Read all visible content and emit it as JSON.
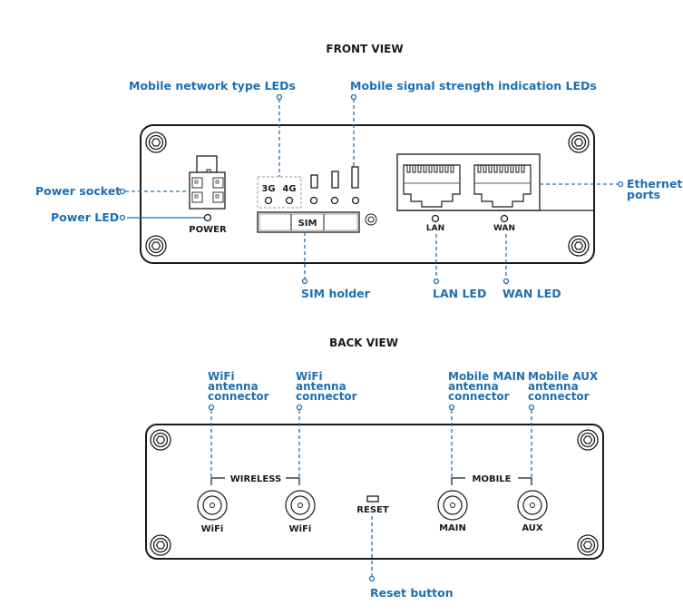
{
  "front_view": {
    "title": "FRONT VIEW",
    "callouts": {
      "network_type_leds": "Mobile network type LEDs",
      "signal_strength_leds": "Mobile signal strength indication LEDs",
      "power_socket": "Power socket",
      "power_led": "Power LED",
      "ethernet_ports_line1": "Ethernet",
      "ethernet_ports_line2": "ports",
      "sim_holder": "SIM holder",
      "lan_led": "LAN LED",
      "wan_led": "WAN LED"
    },
    "device_labels": {
      "power": "POWER",
      "led_3g": "3G",
      "led_4g": "4G",
      "sim": "SIM",
      "lan": "LAN",
      "wan": "WAN"
    }
  },
  "back_view": {
    "title": "BACK VIEW",
    "callouts": {
      "wifi1": [
        "WiFi",
        "antenna",
        "connector"
      ],
      "wifi2": [
        "WiFi",
        "antenna",
        "connector"
      ],
      "mobile_main": [
        "Mobile MAIN",
        "antenna",
        "connector"
      ],
      "mobile_aux": [
        "Mobile AUX",
        "antenna",
        "connector"
      ],
      "reset_button": "Reset button"
    },
    "device_labels": {
      "wireless": "WIRELESS",
      "mobile": "MOBILE",
      "wifi1": "WiFi",
      "wifi2": "WiFi",
      "reset": "RESET",
      "main": "MAIN",
      "aux": "AUX"
    }
  },
  "colors": {
    "callout_blue": "#1f6fb2",
    "outline": "#1a1a1a"
  }
}
